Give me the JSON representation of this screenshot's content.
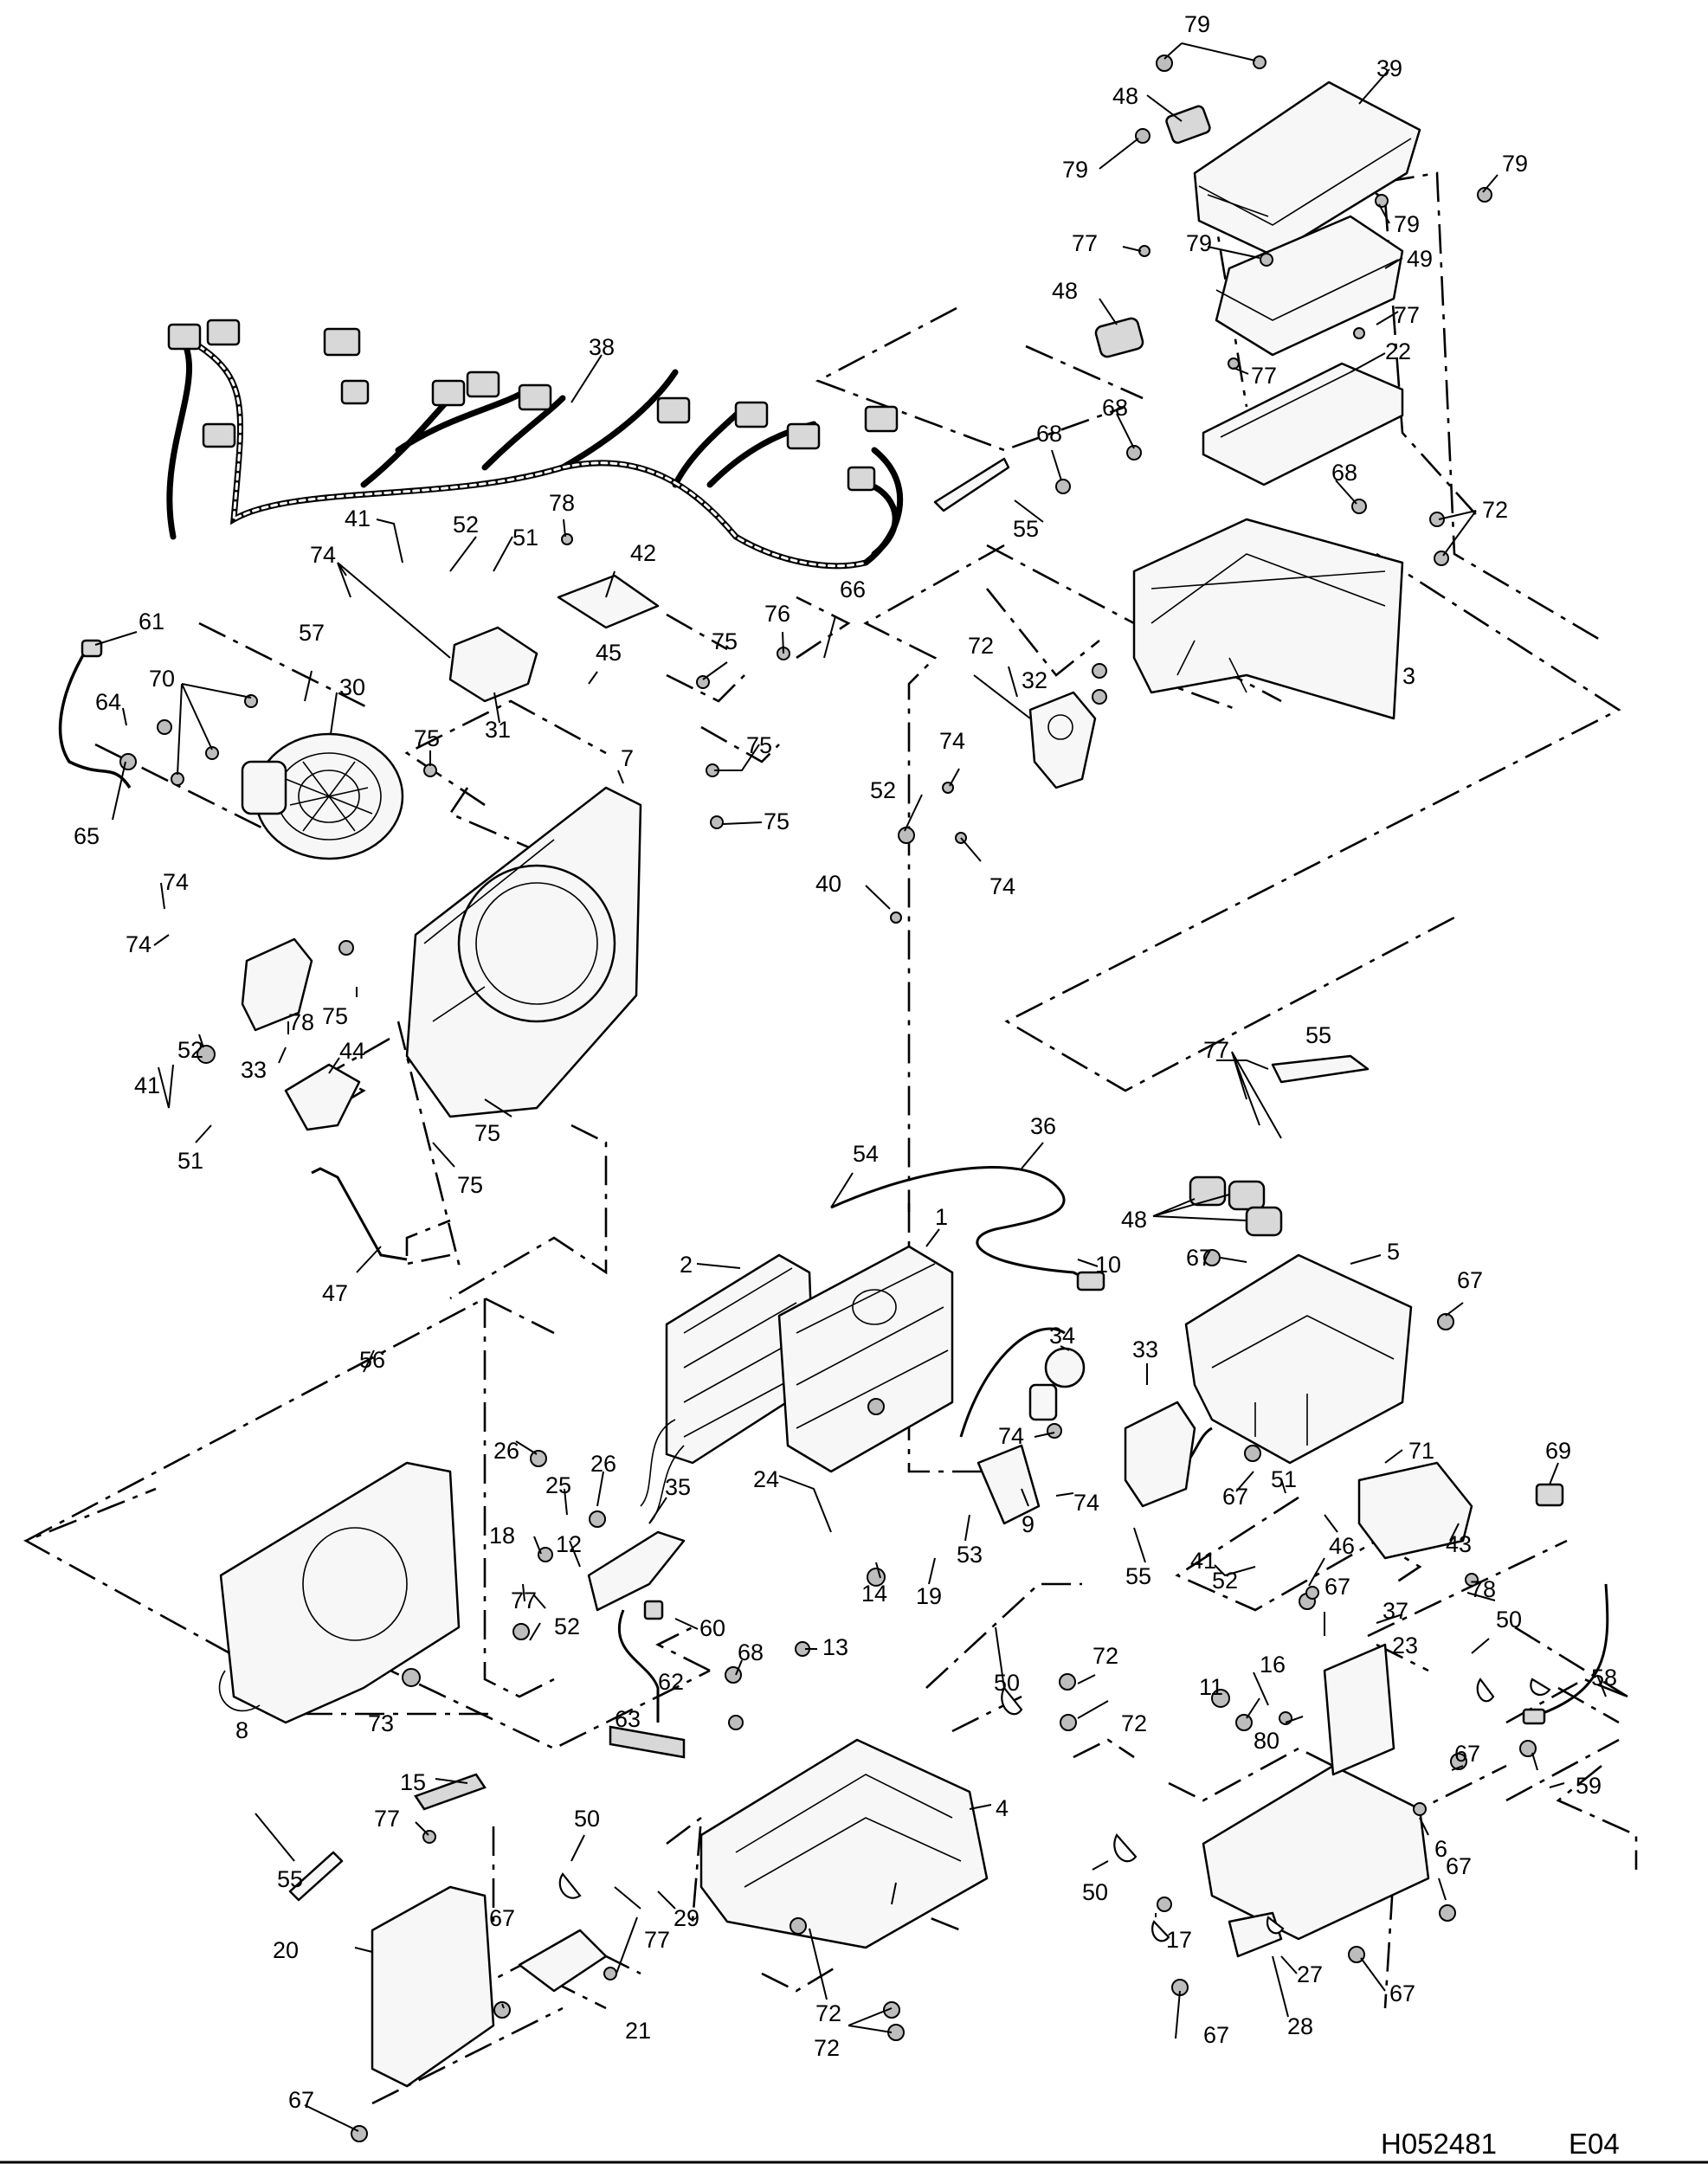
{
  "document_code": "H052481",
  "revision": "E04",
  "callouts": [
    {
      "id": "c79a",
      "label": "79"
    },
    {
      "id": "c39",
      "label": "39"
    },
    {
      "id": "c48a",
      "label": "48"
    },
    {
      "id": "c79b",
      "label": "79"
    },
    {
      "id": "c79c",
      "label": "79"
    },
    {
      "id": "c79d",
      "label": "79"
    },
    {
      "id": "c79e",
      "label": "79"
    },
    {
      "id": "c77a",
      "label": "77"
    },
    {
      "id": "c49",
      "label": "49"
    },
    {
      "id": "c48b",
      "label": "48"
    },
    {
      "id": "c77b",
      "label": "77"
    },
    {
      "id": "c77c",
      "label": "77"
    },
    {
      "id": "c22",
      "label": "22"
    },
    {
      "id": "c38",
      "label": "38"
    },
    {
      "id": "c68a",
      "label": "68"
    },
    {
      "id": "c68b",
      "label": "68"
    },
    {
      "id": "c68c",
      "label": "68"
    },
    {
      "id": "c72a",
      "label": "72"
    },
    {
      "id": "c55a",
      "label": "55"
    },
    {
      "id": "c78a",
      "label": "78"
    },
    {
      "id": "c41a",
      "label": "41"
    },
    {
      "id": "c52a",
      "label": "52"
    },
    {
      "id": "c51a",
      "label": "51"
    },
    {
      "id": "c42",
      "label": "42"
    },
    {
      "id": "c74a",
      "label": "74"
    },
    {
      "id": "c66",
      "label": "66"
    },
    {
      "id": "c76",
      "label": "76"
    },
    {
      "id": "c61",
      "label": "61"
    },
    {
      "id": "c57",
      "label": "57"
    },
    {
      "id": "c45",
      "label": "45"
    },
    {
      "id": "c75a",
      "label": "75"
    },
    {
      "id": "c72b",
      "label": "72"
    },
    {
      "id": "c3",
      "label": "3"
    },
    {
      "id": "c70",
      "label": "70"
    },
    {
      "id": "c30",
      "label": "30"
    },
    {
      "id": "c31",
      "label": "31"
    },
    {
      "id": "c32",
      "label": "32"
    },
    {
      "id": "c64",
      "label": "64"
    },
    {
      "id": "c75b",
      "label": "75"
    },
    {
      "id": "c7",
      "label": "7"
    },
    {
      "id": "c75c",
      "label": "75"
    },
    {
      "id": "c74b",
      "label": "74"
    },
    {
      "id": "c65",
      "label": "65"
    },
    {
      "id": "c75d",
      "label": "75"
    },
    {
      "id": "c52b",
      "label": "52"
    },
    {
      "id": "c40",
      "label": "40"
    },
    {
      "id": "c74c",
      "label": "74"
    },
    {
      "id": "c74d",
      "label": "74"
    },
    {
      "id": "c74e",
      "label": "74"
    },
    {
      "id": "c75e",
      "label": "75"
    },
    {
      "id": "c52c",
      "label": "52"
    },
    {
      "id": "c78b",
      "label": "78"
    },
    {
      "id": "c33a",
      "label": "33"
    },
    {
      "id": "c44",
      "label": "44"
    },
    {
      "id": "c41b",
      "label": "41"
    },
    {
      "id": "c51b",
      "label": "51"
    },
    {
      "id": "c75f",
      "label": "75"
    },
    {
      "id": "c75g",
      "label": "75"
    },
    {
      "id": "c55b",
      "label": "55"
    },
    {
      "id": "c77d",
      "label": "77"
    },
    {
      "id": "c47",
      "label": "47"
    },
    {
      "id": "c36",
      "label": "36"
    },
    {
      "id": "c54",
      "label": "54"
    },
    {
      "id": "c48c",
      "label": "48"
    },
    {
      "id": "c1",
      "label": "1"
    },
    {
      "id": "c10",
      "label": "10"
    },
    {
      "id": "c2",
      "label": "2"
    },
    {
      "id": "c5",
      "label": "5"
    },
    {
      "id": "c67a",
      "label": "67"
    },
    {
      "id": "c67b",
      "label": "67"
    },
    {
      "id": "c34",
      "label": "34"
    },
    {
      "id": "c33b",
      "label": "33"
    },
    {
      "id": "c56",
      "label": "56"
    },
    {
      "id": "c26a",
      "label": "26"
    },
    {
      "id": "c26b",
      "label": "26"
    },
    {
      "id": "c25",
      "label": "25"
    },
    {
      "id": "c35",
      "label": "35"
    },
    {
      "id": "c74f",
      "label": "74"
    },
    {
      "id": "c74g",
      "label": "74"
    },
    {
      "id": "c71",
      "label": "71"
    },
    {
      "id": "c69",
      "label": "69"
    },
    {
      "id": "c24",
      "label": "24"
    },
    {
      "id": "c9",
      "label": "9"
    },
    {
      "id": "c67c",
      "label": "67"
    },
    {
      "id": "c51c",
      "label": "51"
    },
    {
      "id": "c18",
      "label": "18"
    },
    {
      "id": "c12",
      "label": "12"
    },
    {
      "id": "c14",
      "label": "14"
    },
    {
      "id": "c19",
      "label": "19"
    },
    {
      "id": "c53",
      "label": "53"
    },
    {
      "id": "c55c",
      "label": "55"
    },
    {
      "id": "c46",
      "label": "46"
    },
    {
      "id": "c43",
      "label": "43"
    },
    {
      "id": "c77e",
      "label": "77"
    },
    {
      "id": "c41c",
      "label": "41"
    },
    {
      "id": "c52d",
      "label": "52"
    },
    {
      "id": "c67d",
      "label": "67"
    },
    {
      "id": "c37",
      "label": "37"
    },
    {
      "id": "c78c",
      "label": "78"
    },
    {
      "id": "c60",
      "label": "60"
    },
    {
      "id": "c13",
      "label": "13"
    },
    {
      "id": "c23",
      "label": "23"
    },
    {
      "id": "c50a",
      "label": "50"
    },
    {
      "id": "c58",
      "label": "58"
    },
    {
      "id": "c52e",
      "label": "52"
    },
    {
      "id": "c62",
      "label": "62"
    },
    {
      "id": "c16",
      "label": "16"
    },
    {
      "id": "c68d",
      "label": "68"
    },
    {
      "id": "c72c",
      "label": "72"
    },
    {
      "id": "c11",
      "label": "11"
    },
    {
      "id": "c8",
      "label": "8"
    },
    {
      "id": "c73",
      "label": "73"
    },
    {
      "id": "c63",
      "label": "63"
    },
    {
      "id": "c50b",
      "label": "50"
    },
    {
      "id": "c72d",
      "label": "72"
    },
    {
      "id": "c80",
      "label": "80"
    },
    {
      "id": "c67e",
      "label": "67"
    },
    {
      "id": "c15",
      "label": "15"
    },
    {
      "id": "c4",
      "label": "4"
    },
    {
      "id": "c59",
      "label": "59"
    },
    {
      "id": "c77f",
      "label": "77"
    },
    {
      "id": "c50c",
      "label": "50"
    },
    {
      "id": "c6",
      "label": "6"
    },
    {
      "id": "c55d",
      "label": "55"
    },
    {
      "id": "c50d",
      "label": "50"
    },
    {
      "id": "c67f",
      "label": "67"
    },
    {
      "id": "c29",
      "label": "29"
    },
    {
      "id": "c17",
      "label": "17"
    },
    {
      "id": "c67g",
      "label": "67"
    },
    {
      "id": "c77g",
      "label": "77"
    },
    {
      "id": "c20",
      "label": "20"
    },
    {
      "id": "c21",
      "label": "21"
    },
    {
      "id": "c72e",
      "label": "72"
    },
    {
      "id": "c27",
      "label": "27"
    },
    {
      "id": "c67h",
      "label": "67"
    },
    {
      "id": "c72f",
      "label": "72"
    },
    {
      "id": "c28",
      "label": "28"
    },
    {
      "id": "c67i",
      "label": "67"
    },
    {
      "id": "c67j",
      "label": "67"
    }
  ]
}
